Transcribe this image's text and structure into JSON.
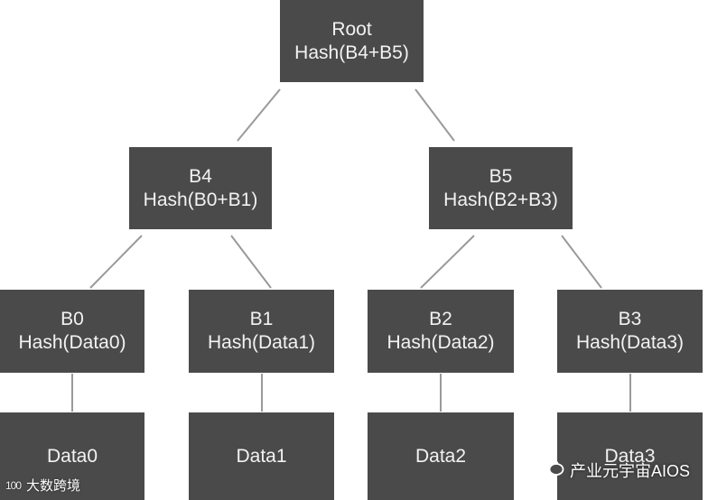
{
  "nodes": {
    "root": {
      "title": "Root",
      "hash": "Hash(B4+B5)"
    },
    "b4": {
      "title": "B4",
      "hash": "Hash(B0+B1)"
    },
    "b5": {
      "title": "B5",
      "hash": "Hash(B2+B3)"
    },
    "b0": {
      "title": "B0",
      "hash": "Hash(Data0)"
    },
    "b1": {
      "title": "B1",
      "hash": "Hash(Data1)"
    },
    "b2": {
      "title": "B2",
      "hash": "Hash(Data2)"
    },
    "b3": {
      "title": "B3",
      "hash": "Hash(Data3)"
    },
    "data0": {
      "title": "Data0"
    },
    "data1": {
      "title": "Data1"
    },
    "data2": {
      "title": "Data2"
    },
    "data3": {
      "title": "Data3"
    }
  },
  "watermarks": {
    "left_logo": "100",
    "left_text": "大数跨境",
    "right_text": "产业元宇宙AIOS",
    "right_icon": "wechat-icon"
  }
}
